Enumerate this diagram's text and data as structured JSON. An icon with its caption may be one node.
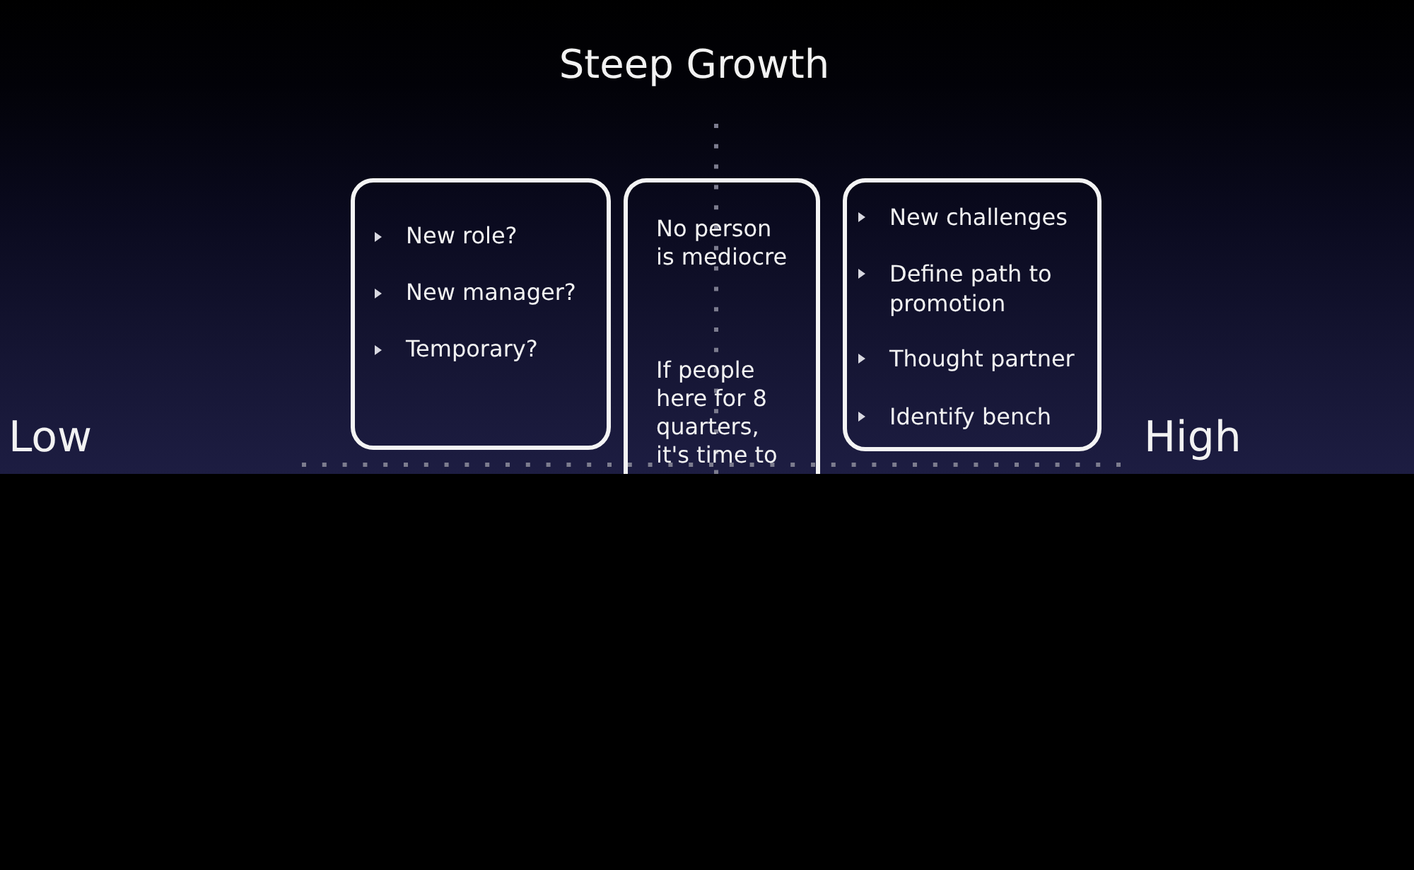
{
  "diagram": {
    "title": "Steep Growth",
    "nodes": [
      {
        "text": [
          "New role?",
          "New manager?",
          "Temporary?"
        ]
      },
      {
        "text": [
          "No person is mediocre",
          "If people here for 8 quarters, it's time to"
        ]
      },
      {
        "text": [
          "New challenges",
          "Define path to promotion",
          "Thought partner",
          "Identify bench"
        ]
      }
    ],
    "labels": [
      "Low",
      "High"
    ]
  }
}
